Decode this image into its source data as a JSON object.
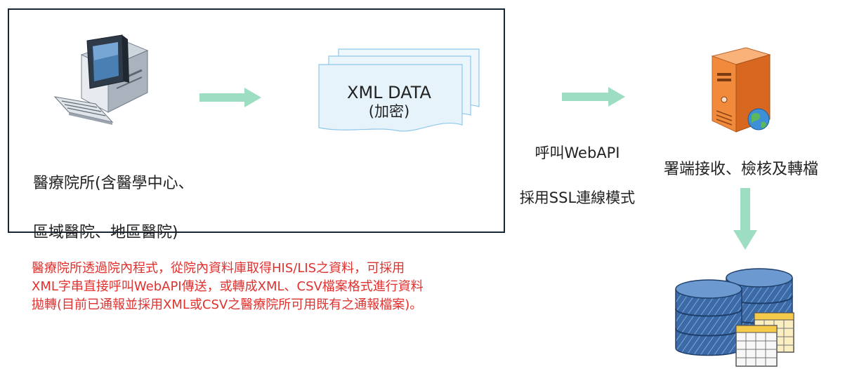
{
  "hospital": {
    "label_line1": "醫療院所(含醫學中心、",
    "label_line2": "區域醫院、地區醫院)"
  },
  "document": {
    "title": "XML DATA",
    "subtitle": "(加密)"
  },
  "transport": {
    "line1": "呼叫WebAPI",
    "line2": "採用SSL連線模式"
  },
  "server": {
    "label": "署端接收、檢核及轉檔"
  },
  "note": {
    "line1": "醫療院所透過院內程式，從院內資料庫取得HIS/LIS之資料，可採用",
    "line2": "XML字串直接呼叫WebAPI傳送，或轉成XML、CSV檔案格式進行資料",
    "line3": "拋轉(目前已通報並採用XML或CSV之醫療院所可用既有之通報檔案)。"
  },
  "colors": {
    "arrow": "#9dddc2",
    "note_text": "#e0312e",
    "frame_border": "#1a2633",
    "document_fill": "#e6f3fb",
    "document_stroke": "#8ec8ea",
    "database_blue": "#3b6aa7"
  },
  "icons": {
    "computer": "desktop-computer-icon",
    "document": "document-stack-icon",
    "server": "web-server-icon",
    "database": "database-table-icon"
  }
}
